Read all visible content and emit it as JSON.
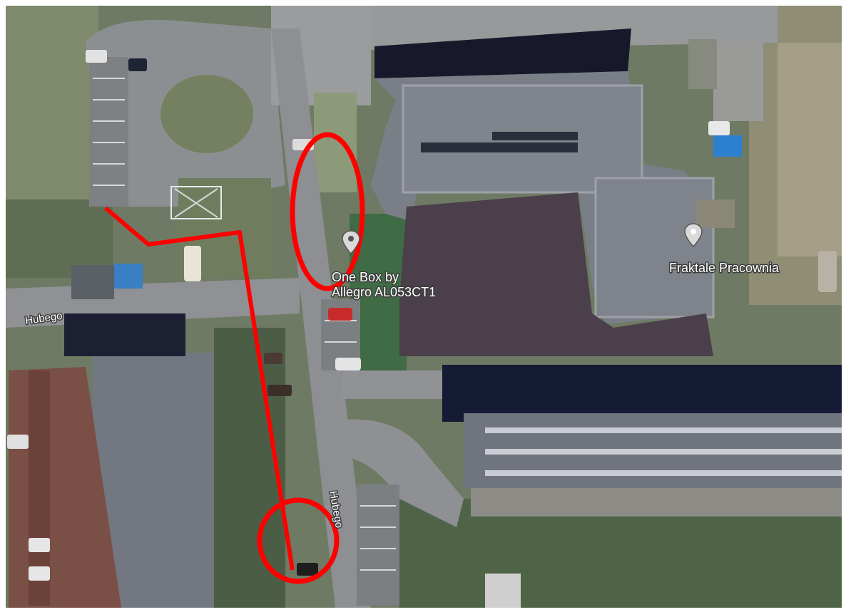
{
  "map": {
    "view": "satellite",
    "colors": {
      "annotation": "#ff0000",
      "pin": "#e6e6e6",
      "label_fill": "#ffffff",
      "label_halo": "#3a3a3a"
    },
    "streets": [
      {
        "name": "Hubego"
      },
      {
        "name": "Hubego"
      }
    ],
    "places": [
      {
        "name_line1": "One Box by",
        "name_line2": "Allegro AL053CT1",
        "icon": "map-pin-icon"
      },
      {
        "name": "Fraktale Pracownia",
        "icon": "map-pin-icon"
      }
    ],
    "annotations": {
      "route_line_color": "#ff0000",
      "marked_areas": 2
    }
  }
}
